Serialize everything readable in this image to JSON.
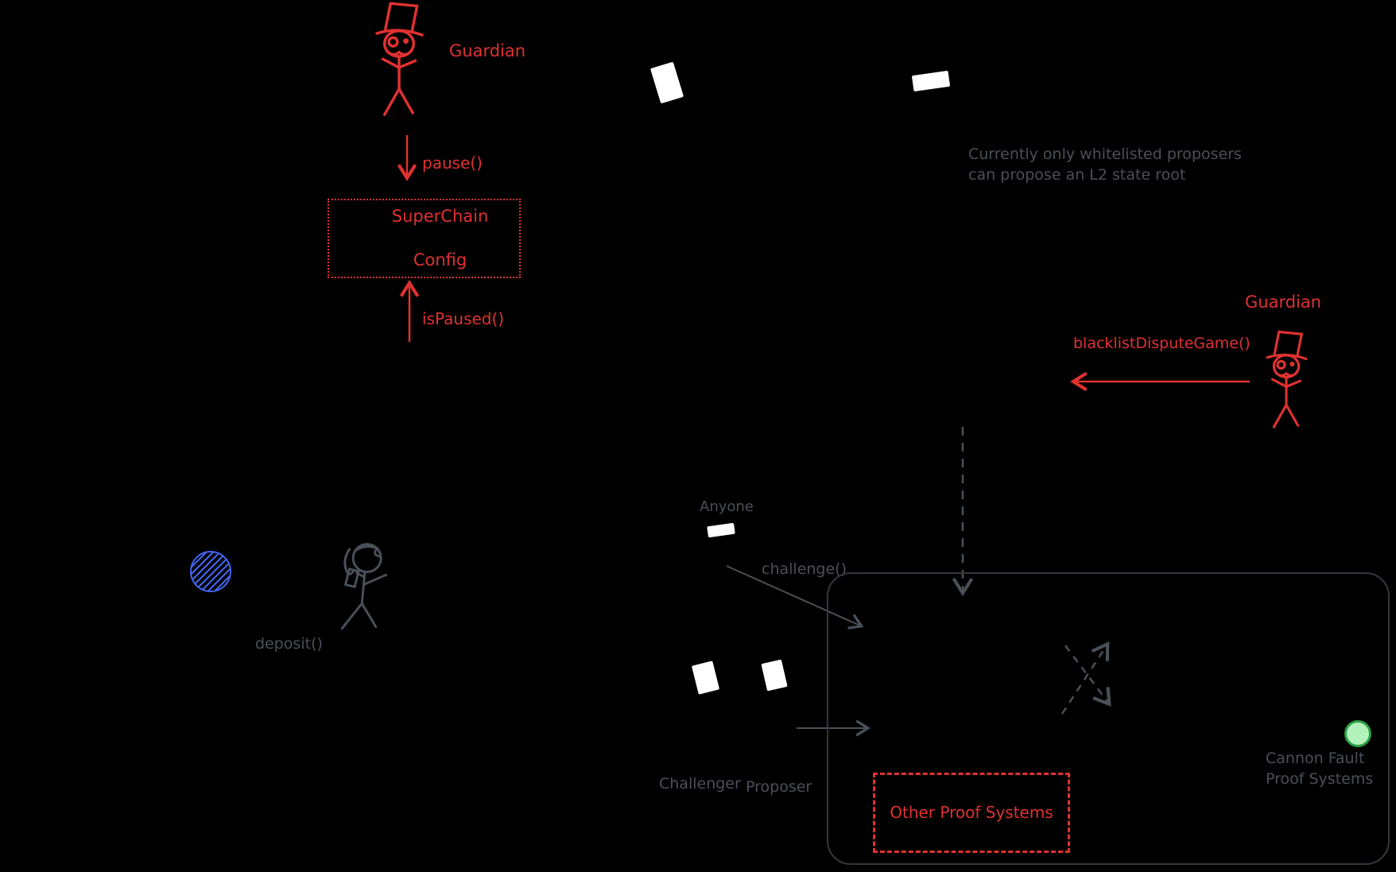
{
  "diagram": {
    "title_hint": "fault-proof architecture sketch",
    "colors": {
      "background": "#000000",
      "accent_red": "#e03131",
      "accent_gray": "#4a5058",
      "box_stroke": "#33383d",
      "blue": "#4263eb",
      "green_fill": "#b2f2bb",
      "green_stroke": "#2f9e44",
      "white": "#ffffff"
    },
    "actors": {
      "guardian_top": {
        "label": "Guardian"
      },
      "guardian_right": {
        "label": "Guardian"
      },
      "anyone": {
        "label": "Anyone"
      },
      "challenger": {
        "label": "Challenger"
      },
      "proposer": {
        "label": "Proposer"
      }
    },
    "calls": {
      "pause": "pause()",
      "is_paused": "isPaused()",
      "deposit": "deposit()",
      "challenge": "challenge()",
      "blacklist_dispute_game": "blacklistDisputeGame()"
    },
    "boxes": {
      "superchain_config": {
        "line1": "SuperChain",
        "line2": "Config"
      },
      "other_proof_systems": {
        "label": "Other Proof Systems"
      }
    },
    "notes": {
      "whitelist_line1": "Currently only whitelisted proposers",
      "whitelist_line2": "can propose an L2 state root",
      "cannon_line1": "Cannon Fault",
      "cannon_line2": "Proof Systems"
    },
    "icons": [
      "guardian-icon",
      "user-icon",
      "paper-icon",
      "bond-icon",
      "blue-hatch-circle-icon",
      "green-dot-icon"
    ]
  }
}
